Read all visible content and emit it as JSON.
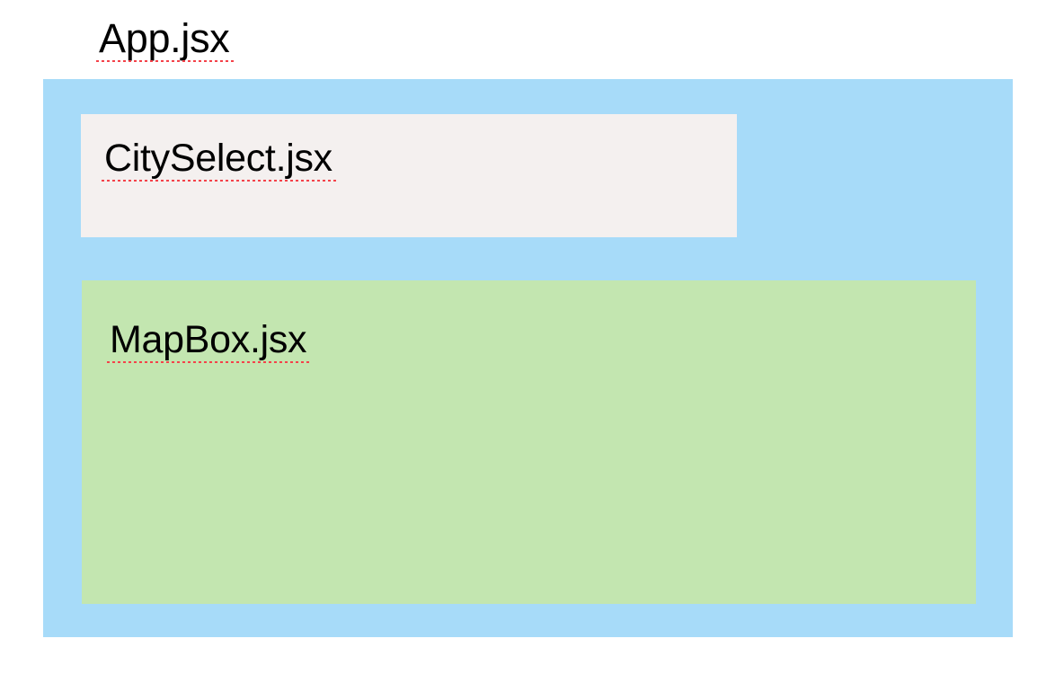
{
  "diagram": {
    "type": "component-hierarchy",
    "description": "Nested React component boxes labelled with .jsx filenames",
    "root": {
      "label": "App.jsx",
      "color": "#a7dbf9",
      "children": [
        {
          "label": "CitySelect.jsx",
          "color": "#f4f0ef"
        },
        {
          "label": "MapBox.jsx",
          "color": "#c3e6b0"
        }
      ]
    }
  },
  "colors": {
    "background": "#ffffff",
    "app_box": "#a7dbf9",
    "cityselect_box": "#f4f0ef",
    "mapbox_box": "#c3e6b0",
    "label_text": "#000000",
    "spellcheck_underline": "#f4424a"
  }
}
